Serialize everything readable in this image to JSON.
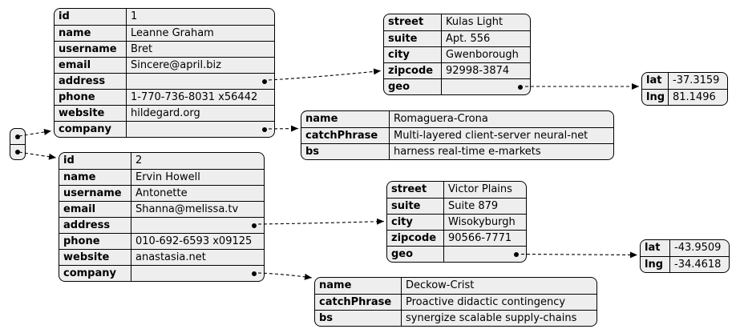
{
  "colors": {
    "cell_fill": "#eeeeee",
    "border": "#000000",
    "canvas": "#ffffff",
    "connector": "#000000"
  },
  "root_array": {
    "items": [
      {
        "name": "element-0"
      },
      {
        "name": "element-1"
      }
    ]
  },
  "user1": {
    "rows": [
      {
        "k": "id",
        "v": "1"
      },
      {
        "k": "name",
        "v": "Leanne Graham"
      },
      {
        "k": "username",
        "v": "Bret"
      },
      {
        "k": "email",
        "v": "Sincere@april.biz"
      },
      {
        "k": "address",
        "v": "",
        "ref": true
      },
      {
        "k": "phone",
        "v": "1-770-736-8031 x56442"
      },
      {
        "k": "website",
        "v": "hildegard.org"
      },
      {
        "k": "company",
        "v": "",
        "ref": true
      }
    ]
  },
  "address1": {
    "rows": [
      {
        "k": "street",
        "v": "Kulas Light"
      },
      {
        "k": "suite",
        "v": "Apt. 556"
      },
      {
        "k": "city",
        "v": "Gwenborough"
      },
      {
        "k": "zipcode",
        "v": "92998-3874"
      },
      {
        "k": "geo",
        "v": "",
        "ref": true
      }
    ]
  },
  "geo1": {
    "rows": [
      {
        "k": "lat",
        "v": "-37.3159"
      },
      {
        "k": "lng",
        "v": "81.1496"
      }
    ]
  },
  "company1": {
    "rows": [
      {
        "k": "name",
        "v": "Romaguera-Crona"
      },
      {
        "k": "catchPhrase",
        "v": "Multi-layered client-server neural-net"
      },
      {
        "k": "bs",
        "v": "harness real-time e-markets"
      }
    ]
  },
  "user2": {
    "rows": [
      {
        "k": "id",
        "v": "2"
      },
      {
        "k": "name",
        "v": "Ervin Howell"
      },
      {
        "k": "username",
        "v": "Antonette"
      },
      {
        "k": "email",
        "v": "Shanna@melissa.tv"
      },
      {
        "k": "address",
        "v": "",
        "ref": true
      },
      {
        "k": "phone",
        "v": "010-692-6593 x09125"
      },
      {
        "k": "website",
        "v": "anastasia.net"
      },
      {
        "k": "company",
        "v": "",
        "ref": true
      }
    ]
  },
  "address2": {
    "rows": [
      {
        "k": "street",
        "v": "Victor Plains"
      },
      {
        "k": "suite",
        "v": "Suite 879"
      },
      {
        "k": "city",
        "v": "Wisokyburgh"
      },
      {
        "k": "zipcode",
        "v": "90566-7771"
      },
      {
        "k": "geo",
        "v": "",
        "ref": true
      }
    ]
  },
  "geo2": {
    "rows": [
      {
        "k": "lat",
        "v": "-43.9509"
      },
      {
        "k": "lng",
        "v": "-34.4618"
      }
    ]
  },
  "company2": {
    "rows": [
      {
        "k": "name",
        "v": "Deckow-Crist"
      },
      {
        "k": "catchPhrase",
        "v": "Proactive didactic contingency"
      },
      {
        "k": "bs",
        "v": "synergize scalable supply-chains"
      }
    ]
  }
}
